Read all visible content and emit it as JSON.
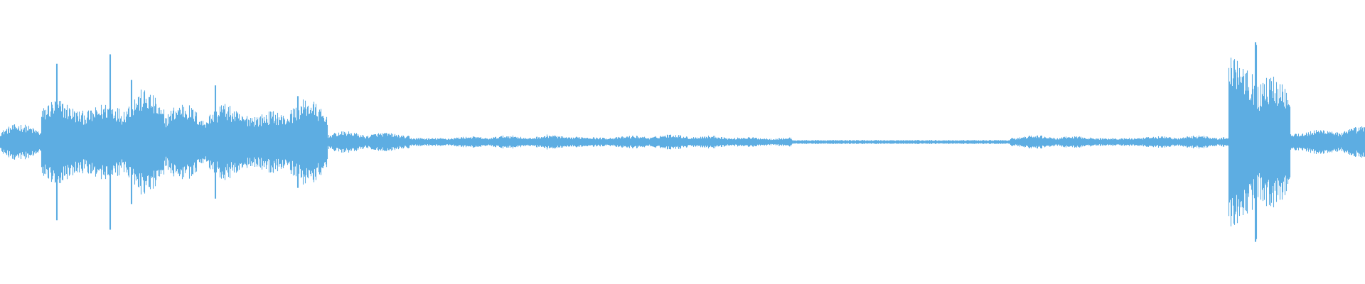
{
  "waveform": {
    "color": "#5DADE2",
    "background": "#FFFFFF",
    "segments": [
      {
        "from": 0.0,
        "to": 0.03,
        "amp": 0.14,
        "bursty": true
      },
      {
        "from": 0.03,
        "to": 0.12,
        "amp": 0.42,
        "bursty": true
      },
      {
        "from": 0.12,
        "to": 0.16,
        "amp": 0.3,
        "bursty": true
      },
      {
        "from": 0.16,
        "to": 0.24,
        "amp": 0.36,
        "bursty": true
      },
      {
        "from": 0.24,
        "to": 0.3,
        "amp": 0.08,
        "bursty": true
      },
      {
        "from": 0.3,
        "to": 0.4,
        "amp": 0.05,
        "bursty": true
      },
      {
        "from": 0.4,
        "to": 0.51,
        "amp": 0.06,
        "bursty": true
      },
      {
        "from": 0.51,
        "to": 0.58,
        "amp": 0.05,
        "bursty": true
      },
      {
        "from": 0.58,
        "to": 0.74,
        "amp": 0.015,
        "bursty": false
      },
      {
        "from": 0.74,
        "to": 0.9,
        "amp": 0.05,
        "bursty": true
      },
      {
        "from": 0.9,
        "to": 0.945,
        "amp": 0.75,
        "bursty": true
      },
      {
        "from": 0.945,
        "to": 1.0,
        "amp": 0.12,
        "bursty": true
      }
    ],
    "peaks": [
      {
        "pos": 0.0415,
        "amp": 0.58
      },
      {
        "pos": 0.0805,
        "amp": 0.65
      },
      {
        "pos": 0.096,
        "amp": 0.46
      },
      {
        "pos": 0.1575,
        "amp": 0.42
      },
      {
        "pos": 0.218,
        "amp": 0.34
      },
      {
        "pos": 0.9195,
        "amp": 0.74
      },
      {
        "pos": 0.92,
        "amp": 0.72
      }
    ]
  }
}
